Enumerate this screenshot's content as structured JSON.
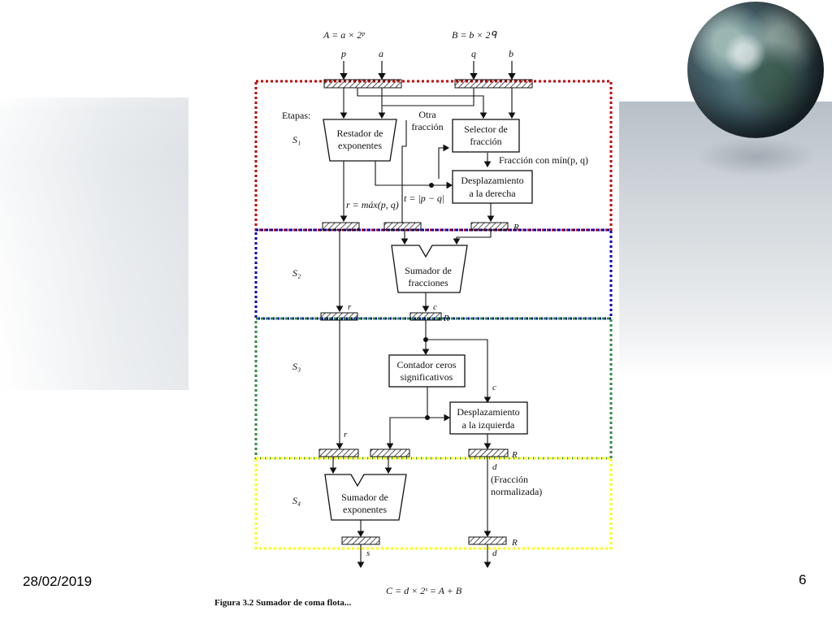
{
  "inputs": {
    "A_formula": "A = a × 2ᵖ",
    "B_formula": "B = b × 2ᑫ",
    "p": "p",
    "a": "a",
    "q": "q",
    "b": "b"
  },
  "stage_header": "Etapas:",
  "stages": {
    "s1": "S₁",
    "s2": "S₂",
    "s3": "S₃",
    "s4": "S₄"
  },
  "blocks": {
    "restador_l1": "Restador de",
    "restador_l2": "exponentes",
    "selector_l1": "Selector de",
    "selector_l2": "fracción",
    "otra_l1": "Otra",
    "otra_l2": "fracción",
    "fraccion_min": "Fracción con mín(p, q)",
    "desp_der_l1": "Desplazamiento",
    "desp_der_l2": "a la derecha",
    "r_max": "r = máx(p, q)",
    "t_diff": "t = |p − q|",
    "sumfrac_l1": "Sumador de",
    "sumfrac_l2": "fracciones",
    "contador_l1": "Contador ceros",
    "contador_l2": "significativos",
    "desp_izq_l1": "Desplazamiento",
    "desp_izq_l2": "a la izquierda",
    "sumexp_l1": "Sumador de",
    "sumexp_l2": "exponentes",
    "frac_norm_l1": "(Fracción",
    "frac_norm_l2": "normalizada)"
  },
  "signals": {
    "R": "R",
    "r": "r",
    "c": "c",
    "d": "d",
    "s": "s"
  },
  "output_formula": "C = d × 2ˢ = A + B",
  "caption": "Figura 3.2  Sumador de coma flota...",
  "footer": {
    "date": "28/02/2019",
    "page": "6"
  },
  "colors": {
    "stage1_border": "#c00000",
    "stage2_border": "#0000c0",
    "stage3_border": "#2e8b3e",
    "stage4_border": "#ffff00"
  }
}
